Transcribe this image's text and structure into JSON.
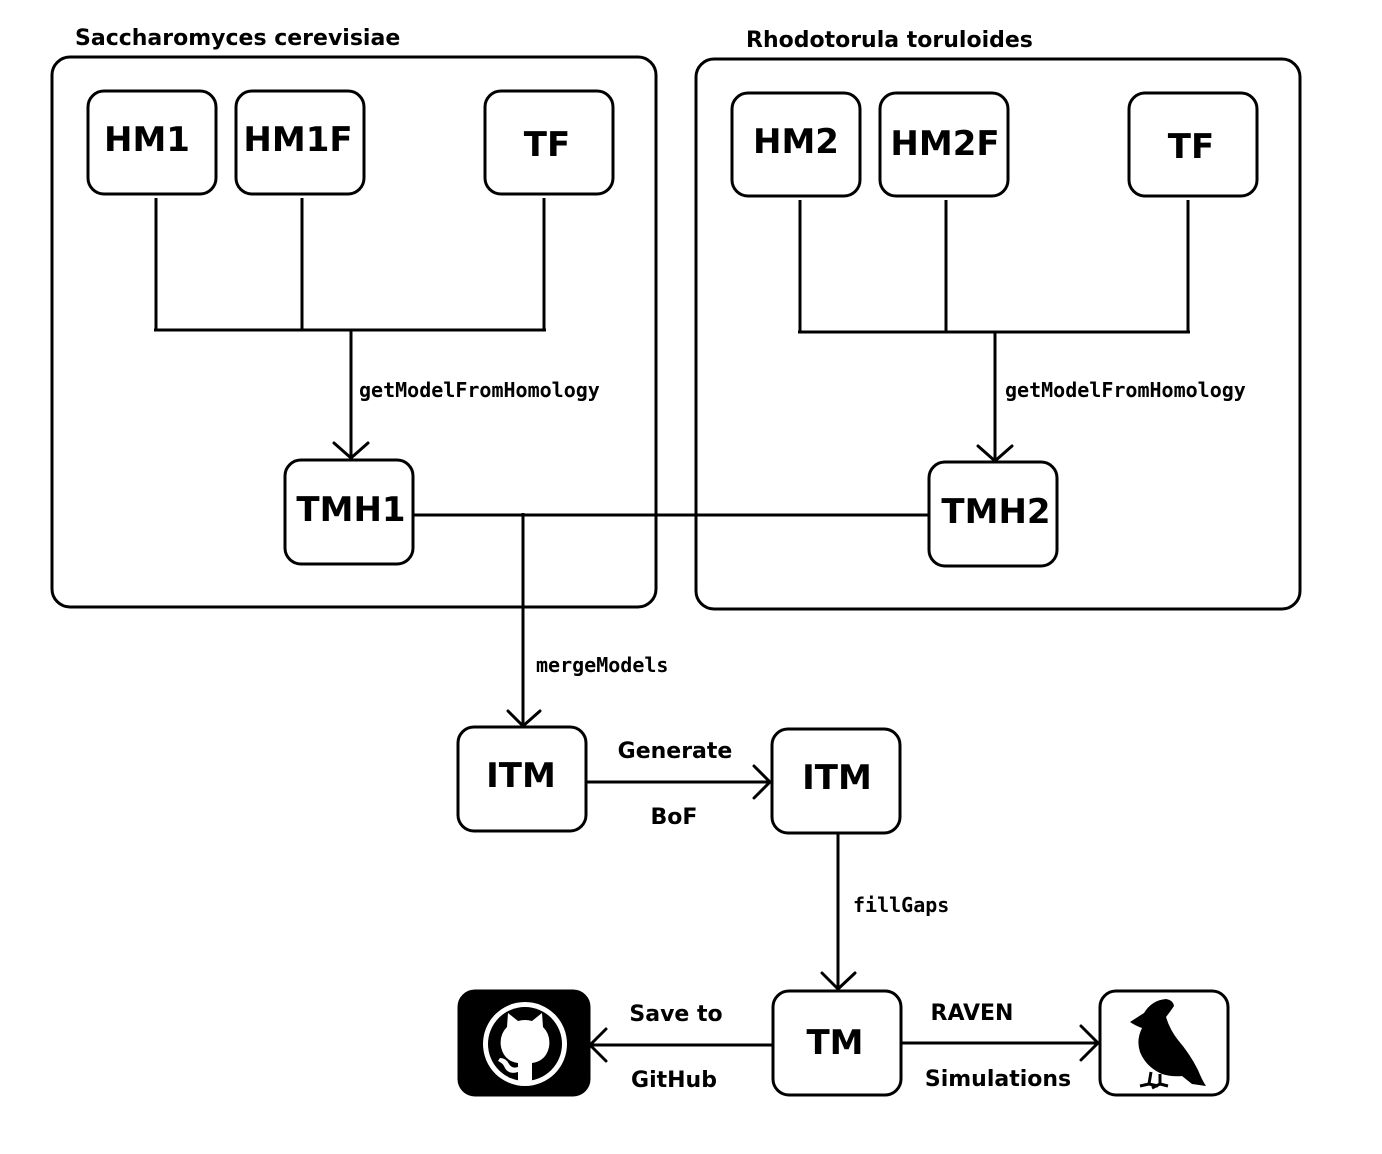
{
  "groups": {
    "left": "Saccharomyces cerevisiae",
    "right": "Rhodotorula toruloides"
  },
  "nodes": {
    "hm1": "HM1",
    "hm1f": "HM1F",
    "tf_left": "TF",
    "hm2": "HM2",
    "hm2f": "HM2F",
    "tf_right": "TF",
    "tmh1": "TMH1",
    "tmh2": "TMH2",
    "itm1": "ITM",
    "itm2": "ITM",
    "tm": "TM"
  },
  "edges": {
    "homology_left": "getModelFromHomology",
    "homology_right": "getModelFromHomology",
    "merge": "mergeModels",
    "bof_top": "Generate",
    "bof_bottom": "BoF",
    "fill": "fillGaps",
    "save_top": "Save to",
    "save_bottom": "GitHub",
    "raven_top": "RAVEN",
    "raven_bottom": "Simulations"
  },
  "icons": {
    "github": "github-logo-icon",
    "raven": "raven-bird-icon"
  },
  "colors": {
    "stroke": "#000000",
    "background": "#ffffff"
  }
}
